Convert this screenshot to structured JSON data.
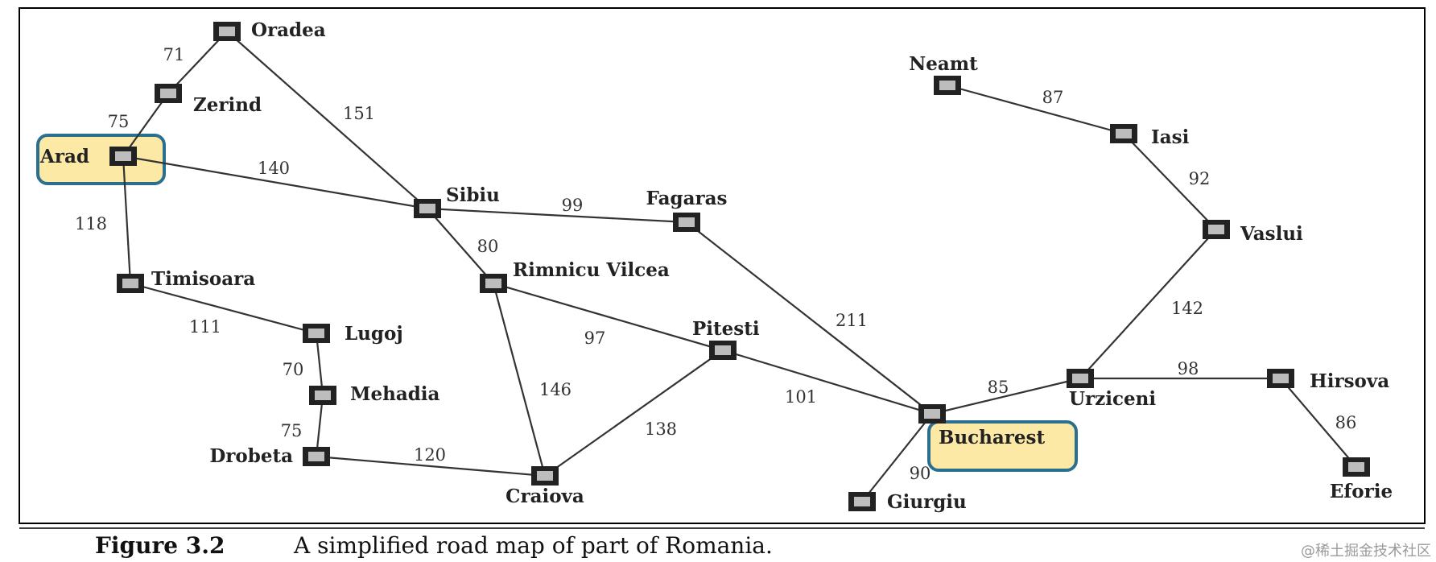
{
  "colors": {
    "highlight_fill": "#fde9a6",
    "highlight_border": "#2a6f8f",
    "node_dark": "#222222",
    "node_light": "#bdbdbd"
  },
  "highlighted": [
    "Arad",
    "Bucharest"
  ],
  "cities": [
    {
      "name": "Oradea"
    },
    {
      "name": "Zerind"
    },
    {
      "name": "Arad"
    },
    {
      "name": "Timisoara"
    },
    {
      "name": "Lugoj"
    },
    {
      "name": "Mehadia"
    },
    {
      "name": "Drobeta"
    },
    {
      "name": "Craiova"
    },
    {
      "name": "Sibiu"
    },
    {
      "name": "Rimnicu Vilcea"
    },
    {
      "name": "Fagaras"
    },
    {
      "name": "Pitesti"
    },
    {
      "name": "Bucharest"
    },
    {
      "name": "Giurgiu"
    },
    {
      "name": "Urziceni"
    },
    {
      "name": "Hirsova"
    },
    {
      "name": "Eforie"
    },
    {
      "name": "Vaslui"
    },
    {
      "name": "Iasi"
    },
    {
      "name": "Neamt"
    }
  ],
  "roads": [
    {
      "from": "Oradea",
      "to": "Zerind",
      "distance": "71"
    },
    {
      "from": "Zerind",
      "to": "Arad",
      "distance": "75"
    },
    {
      "from": "Oradea",
      "to": "Sibiu",
      "distance": "151"
    },
    {
      "from": "Arad",
      "to": "Sibiu",
      "distance": "140"
    },
    {
      "from": "Arad",
      "to": "Timisoara",
      "distance": "118"
    },
    {
      "from": "Timisoara",
      "to": "Lugoj",
      "distance": "111"
    },
    {
      "from": "Lugoj",
      "to": "Mehadia",
      "distance": "70"
    },
    {
      "from": "Mehadia",
      "to": "Drobeta",
      "distance": "75"
    },
    {
      "from": "Drobeta",
      "to": "Craiova",
      "distance": "120"
    },
    {
      "from": "Sibiu",
      "to": "Fagaras",
      "distance": "99"
    },
    {
      "from": "Sibiu",
      "to": "Rimnicu Vilcea",
      "distance": "80"
    },
    {
      "from": "Rimnicu Vilcea",
      "to": "Pitesti",
      "distance": "97"
    },
    {
      "from": "Rimnicu Vilcea",
      "to": "Craiova",
      "distance": "146"
    },
    {
      "from": "Craiova",
      "to": "Pitesti",
      "distance": "138"
    },
    {
      "from": "Fagaras",
      "to": "Bucharest",
      "distance": "211"
    },
    {
      "from": "Pitesti",
      "to": "Bucharest",
      "distance": "101"
    },
    {
      "from": "Bucharest",
      "to": "Giurgiu",
      "distance": "90"
    },
    {
      "from": "Bucharest",
      "to": "Urziceni",
      "distance": "85"
    },
    {
      "from": "Urziceni",
      "to": "Hirsova",
      "distance": "98"
    },
    {
      "from": "Hirsova",
      "to": "Eforie",
      "distance": "86"
    },
    {
      "from": "Urziceni",
      "to": "Vaslui",
      "distance": "142"
    },
    {
      "from": "Vaslui",
      "to": "Iasi",
      "distance": "92"
    },
    {
      "from": "Iasi",
      "to": "Neamt",
      "distance": "87"
    }
  ],
  "caption": {
    "number": "Figure 3.2",
    "text": "A simplified road map of part of Romania."
  },
  "watermark": "@稀土掘金技术社区"
}
